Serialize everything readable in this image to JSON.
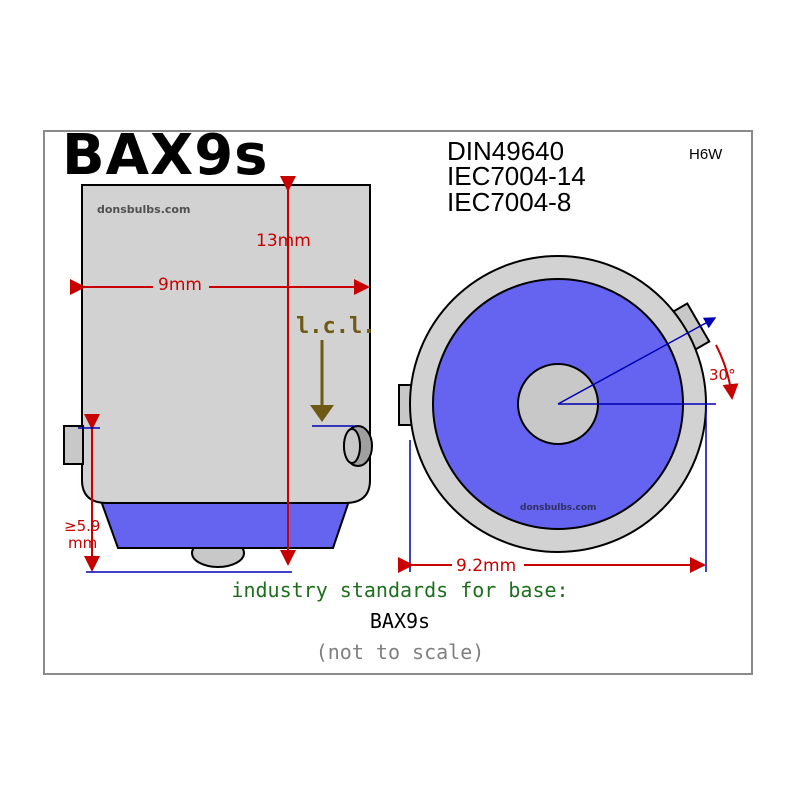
{
  "title": "BAX9s",
  "standards": [
    "DIN49640",
    "IEC7004-14",
    "IEC7004-8"
  ],
  "bulb_code": "H6W",
  "watermark": "donsbulbs.com",
  "dimensions": {
    "height": "13mm",
    "width": "9mm",
    "pin_offset_line1": "≥5.9",
    "pin_offset_line2": "mm",
    "diameter": "9.2mm",
    "angle": "30°",
    "lcl": "l.c.l."
  },
  "footer": {
    "line1": "industry standards for base:",
    "line2": "BAX9s",
    "line3": "(not to scale)"
  },
  "colors": {
    "body": "#d2d2d2",
    "blue": "#6464f0",
    "dimension_red": "#c80000",
    "axis_blue": "#0000b4",
    "arrow_olive": "#6e5a14",
    "footer_green": "#1e6e1e",
    "footer_gray": "#808080"
  }
}
